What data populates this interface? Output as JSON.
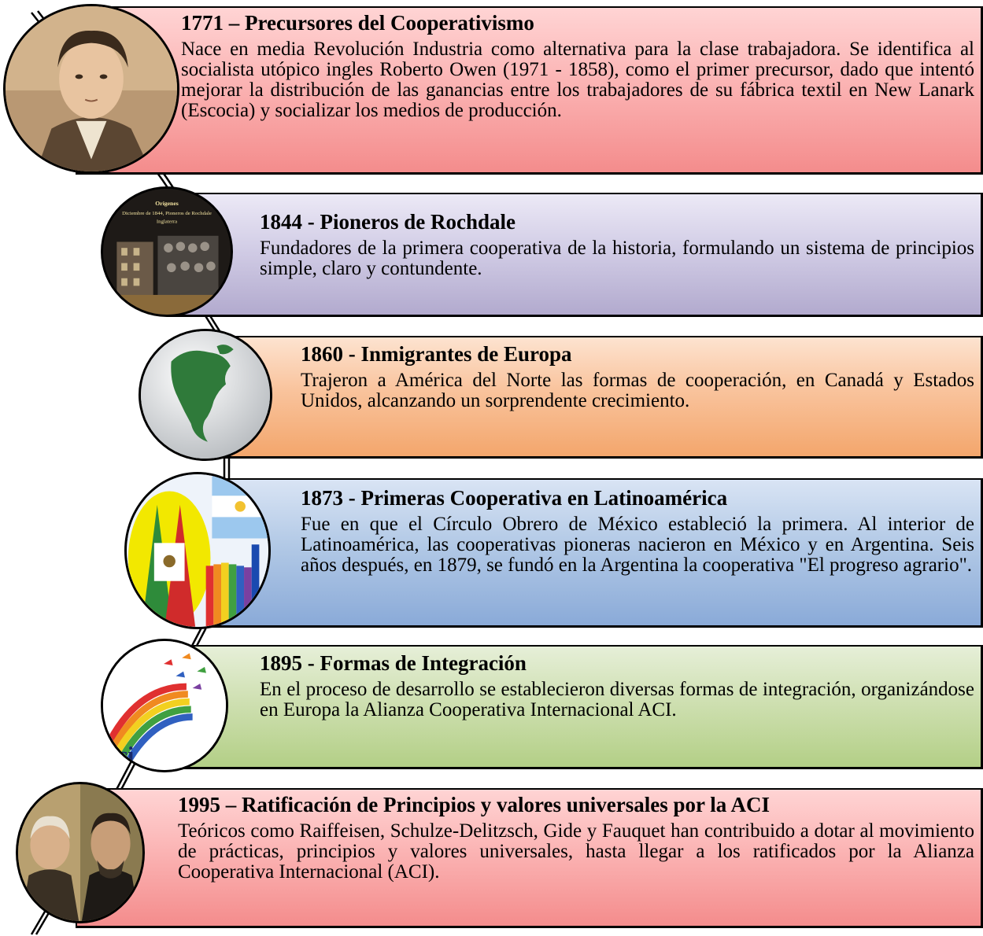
{
  "timeline": {
    "events": [
      {
        "title": "1771 – Precursores del Cooperativismo",
        "text": "Nace en media Revolución Industria como alternativa para la clase trabajadora. Se identifica al socialista utópico ingles Roberto Owen (1971 - 1858), como el primer precursor, dado que intentó mejorar la distribución de las ganancias entre los trabajadores de su fábrica textil en New Lanark (Escocia) y socializar los medios de producción.",
        "image": "portrait-robert-owen"
      },
      {
        "title": "1844 - Pioneros de Rochdale",
        "text": "Fundadores de la primera cooperativa de la historia, formulando un sistema de principios simple, claro y contundente.",
        "image": "rochdale-pioneers-photo",
        "image_caption": [
          "Orígenes",
          "Diciembre de 1844, Pioneros de Rochdale",
          "Inglaterra"
        ]
      },
      {
        "title": "1860 - Inmigrantes de Europa",
        "text": "Trajeron a América del Norte las formas de cooperación, en Canadá y Estados Unidos, alcanzando un sorprendente crecimiento.",
        "image": "north-america-globe"
      },
      {
        "title": "1873 - Primeras Cooperativa en Latinoamérica",
        "text": "Fue en que el Círculo Obrero de México estableció la primera. Al interior de Latinoamérica, las cooperativas pioneras nacieron en México y en Argentina. Seis años después, en 1879, se fundó en la Argentina la cooperativa \"El progreso agrario\".",
        "image": "mexico-argentina-flags-coop-logo"
      },
      {
        "title": "1895 - Formas de Integración",
        "text": "En el proceso de desarrollo se establecieron diversas formas de integración, organizándose en Europa la Alianza Cooperativa Internacional ACI.",
        "image": "aci-rainbow-doves-logo",
        "image_caption": [
          "aci"
        ]
      },
      {
        "title": "1995 – Ratificación de Principios y valores universales por la ACI",
        "text": "Teóricos como Raiffeisen, Schulze-Delitzsch, Gide y Fauquet han contribuido a dotar al movimiento de prácticas, principios y valores universales, hasta llegar a los ratificados por la Alianza Cooperativa Internacional (ACI).",
        "image": "portrait-raiffeisen-schulze"
      }
    ]
  },
  "colors": {
    "band_red": "#f48c8c",
    "band_purple": "#b2aace",
    "band_orange": "#f3a66c",
    "band_blue": "#8aaad8",
    "band_green": "#b3cf86",
    "outline": "#000000"
  }
}
